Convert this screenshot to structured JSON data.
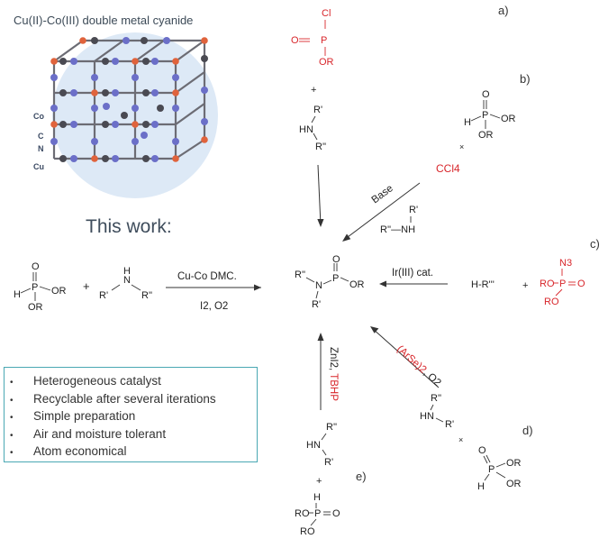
{
  "title": "Cu(II)-Co(III) double metal cyanide",
  "lattice_labels": {
    "co": "Co",
    "c": "C",
    "n": "N",
    "cu": "Cu"
  },
  "this_work": "This work:",
  "main": {
    "phosphite": {
      "p": "P",
      "o": "O",
      "h": "H",
      "or1": "OR",
      "or2": "OR"
    },
    "plus": "+",
    "amine": {
      "h": "H",
      "n": "N",
      "r1": "R'",
      "r2": "R''"
    },
    "catalyst": "Cu-Co DMC.",
    "conditions": "I2, O2"
  },
  "product": {
    "r2": "R''",
    "n": "N",
    "r1": "R'",
    "p": "P",
    "o": "O",
    "or": "OR"
  },
  "routes": {
    "a": {
      "label": "a)",
      "cl": "Cl",
      "o": "O",
      "p": "P",
      "or": "OR",
      "plus": "+",
      "r1": "R'",
      "hn": "HN",
      "r2": "R''"
    },
    "b": {
      "label": "b)",
      "o": "O",
      "h": "H",
      "p": "P",
      "or1": "OR",
      "or2": "OR",
      "times": "×",
      "ccl4": "CCl4",
      "base": "Base",
      "r1": "R'",
      "nh": "R''—NH"
    },
    "c": {
      "label": "c)",
      "reagent": "H-R'''",
      "plus": "+",
      "n3": "N3",
      "ro1": "RO",
      "p": "P",
      "o": "O",
      "ro2": "RO",
      "catalyst": "Ir(III) cat."
    },
    "d": {
      "label": "d)",
      "cond_red": "(ArSe)2",
      "cond_black": ", O2",
      "r2": "R''",
      "hn": "HN",
      "r1": "R'",
      "times": "×",
      "o": "O",
      "p": "P",
      "or1": "OR",
      "h": "H",
      "or2": "OR"
    },
    "e": {
      "label": "e)",
      "cond_black": "ZnI2, ",
      "cond_red": "TBHP",
      "r2": "R''",
      "hn": "HN",
      "r1": "R'",
      "plus": "+",
      "h": "H",
      "ro1": "RO",
      "p": "P",
      "o": "O",
      "ro2": "RO"
    }
  },
  "benefits": [
    "Heterogeneous catalyst",
    "Recyclable after several iterations",
    "Simple preparation",
    "Air and moisture tolerant",
    "Atom economical"
  ],
  "colors": {
    "reagent_red": "#d8262b",
    "box_border": "#4aa8b3",
    "lattice_blue": "#6b6fc8",
    "lattice_orange": "#e0633c"
  }
}
